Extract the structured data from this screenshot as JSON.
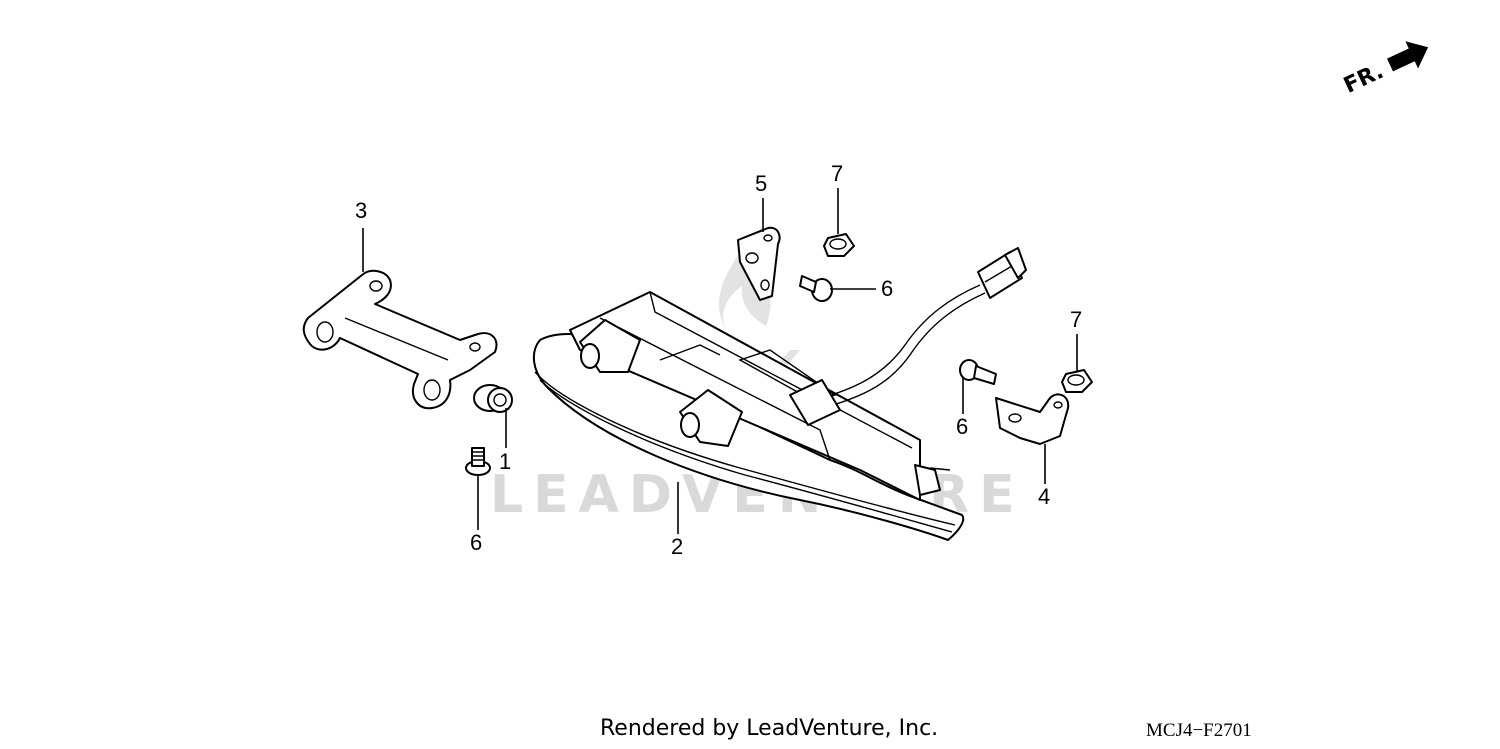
{
  "direction_marker": {
    "label": "FR."
  },
  "watermark": {
    "text": "LEADVENTURE"
  },
  "callouts": {
    "c1": "1",
    "c2": "2",
    "c3": "3",
    "c4": "4",
    "c5": "5",
    "c6a": "6",
    "c6b": "6",
    "c6c": "6",
    "c7a": "7",
    "c7b": "7"
  },
  "footer": {
    "render_credit": "Rendered by LeadVenture, Inc.",
    "diagram_code": "MCJ4−F2701"
  }
}
